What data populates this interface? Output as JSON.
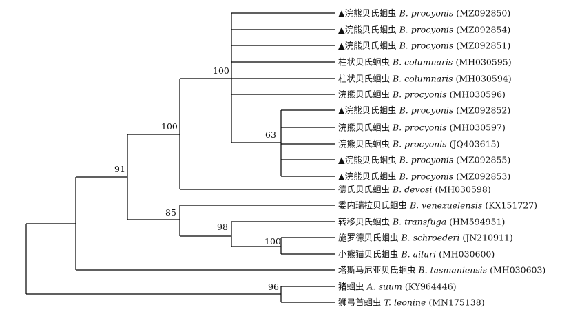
{
  "taxa": [
    {
      "marker": "▲",
      "cn": "浣熊贝氏蛔虫",
      "sci": "B. procyonis",
      "acc": "(MZ092850)"
    },
    {
      "marker": "▲",
      "cn": "浣熊贝氏蛔虫",
      "sci": "B. procyonis",
      "acc": "(MZ092854)"
    },
    {
      "marker": "▲",
      "cn": "浣熊贝氏蛔虫",
      "sci": "B. procyonis",
      "acc": "(MZ092851)"
    },
    {
      "marker": "",
      "cn": "柱状贝氏蛔虫",
      "sci": "B. columnaris",
      "acc": "(MH030595)"
    },
    {
      "marker": "",
      "cn": "柱状贝氏蛔虫",
      "sci": "B. columnaris",
      "acc": "(MH030594)"
    },
    {
      "marker": "",
      "cn": "浣熊贝氏蛔虫",
      "sci": "B. procyonis",
      "acc": "(MH030596)"
    },
    {
      "marker": "▲",
      "cn": "浣熊贝氏蛔虫",
      "sci": "B. procyonis",
      "acc": "(MZ092852)"
    },
    {
      "marker": "",
      "cn": "浣熊贝氏蛔虫",
      "sci": "B. procyonis",
      "acc": "(MH030597)"
    },
    {
      "marker": "",
      "cn": "浣熊贝氏蛔虫",
      "sci": "B. procyonis",
      "acc": "(JQ403615)"
    },
    {
      "marker": "▲",
      "cn": "浣熊贝氏蛔虫",
      "sci": "B. procyonis",
      "acc": "(MZ092855)"
    },
    {
      "marker": "▲",
      "cn": "浣熊贝氏蛔虫",
      "sci": "B. procyonis",
      "acc": "(MZ092853)"
    },
    {
      "marker": "",
      "cn": "德氏贝氏蛔虫",
      "sci": "B. devosi",
      "acc": "(MH030598)"
    },
    {
      "marker": "",
      "cn": "委内瑞拉贝氏蛔虫",
      "sci": "B. venezuelensis",
      "acc": "(KX151727)"
    },
    {
      "marker": "",
      "cn": "转移贝氏蛔虫",
      "sci": "B. transfuga",
      "acc": "(HM594951)"
    },
    {
      "marker": "",
      "cn": "施罗德贝氏蛔虫",
      "sci": "B. schroederi",
      "acc": "(JN210911)"
    },
    {
      "marker": "",
      "cn": "小熊猫贝氏蛔虫",
      "sci": "B. ailuri",
      "acc": "(MH030600)"
    },
    {
      "marker": "",
      "cn": "塔斯马尼亚贝氏蛔虫",
      "sci": "B. tasmaniensis",
      "acc": "(MH030603)"
    },
    {
      "marker": "",
      "cn": "猪蛔虫",
      "sci": "A. suum",
      "acc": "(KY964446)"
    },
    {
      "marker": "",
      "cn": "狮弓首蛔虫",
      "sci": "T. leonine",
      "acc": "(MN175138)"
    }
  ],
  "support": {
    "root_ingroup": "91",
    "node_outer": "100",
    "node_procyonis_columnaris": "100",
    "node_subclade": "63",
    "node_venezuelensis": "85",
    "node_transfuga": "98",
    "node_schroederi_ailuri": "100",
    "node_outgroup": "96"
  }
}
